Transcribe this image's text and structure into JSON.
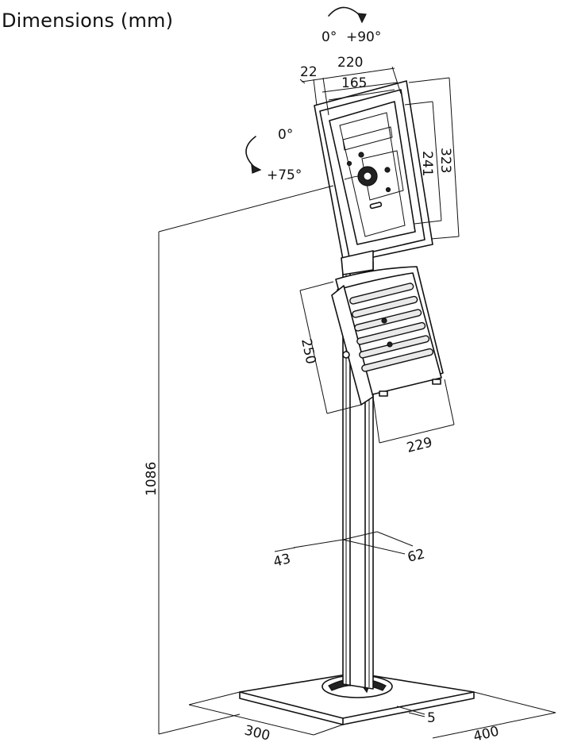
{
  "title": "Dimensions (mm)",
  "rotation": {
    "swivel": {
      "from": "0°",
      "to": "+90°"
    },
    "tilt": {
      "from": "0°",
      "to": "+75°"
    }
  },
  "dimensions": {
    "frame_depth": "22",
    "frame_width": "220",
    "inner_width": "165",
    "frame_height": "323",
    "inner_height": "241",
    "shelf_height": "250",
    "shelf_width": "229",
    "total_height": "1086",
    "pole_depth": "43",
    "pole_width": "62",
    "base_depth": "300",
    "base_width": "400",
    "base_thickness": "5"
  }
}
